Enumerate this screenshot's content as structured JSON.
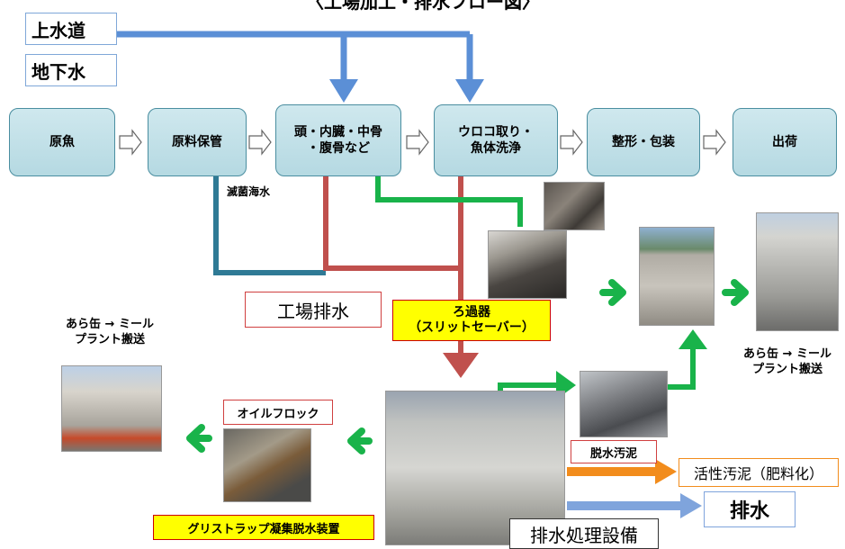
{
  "title": "〈工場加工・排水フロー図〉",
  "sources": {
    "water_main": "上水道",
    "groundwater": "地下水"
  },
  "process": {
    "raw_fish": "原魚",
    "raw_storage": "原料保管",
    "heads_line1": "頭・内臓・中骨",
    "heads_line2": "・腹骨など",
    "scale_line1": "ウロコ取り・",
    "scale_line2": "魚体洗浄",
    "shaping": "整形・包装",
    "shipping": "出荷"
  },
  "labels": {
    "sterilized_seawater": "滅菌海水",
    "factory_wastewater": "工場排水",
    "filter_line1": "ろ過器",
    "filter_line2": "（スリットセーバー）",
    "oil_floc": "オイルフロック",
    "grease_trap": "グリストラップ凝集脱水装置",
    "dewatered_sludge": "脱水汚泥",
    "activated_sludge": "活性汚泥（肥料化）",
    "discharge": "排水",
    "treatment_facility": "排水処理設備",
    "left_transport_line1": "あら缶 → ミール",
    "left_transport_line2": "プラント搬送",
    "right_transport_line1": "あら缶 → ミール",
    "right_transport_line2": "プラント搬送"
  },
  "colors": {
    "water_blue": "#5b8fd6",
    "seawater_teal": "#2f7a95",
    "waste_red": "#c0504d",
    "flow_green": "#19b34a",
    "sludge_orange": "#f28c1c",
    "discharge_blue": "#7fa4dc",
    "process_fill": "#c2e0e8"
  },
  "icons": {
    "flow_arrow": "hollow-right-arrow",
    "photos": [
      "fish-bin-photo",
      "screen-filter-photo",
      "ara-can-photo",
      "truck-photo-right",
      "truck-photo-left",
      "oil-floc-photo",
      "treatment-plant-photo",
      "sludge-photo"
    ]
  }
}
